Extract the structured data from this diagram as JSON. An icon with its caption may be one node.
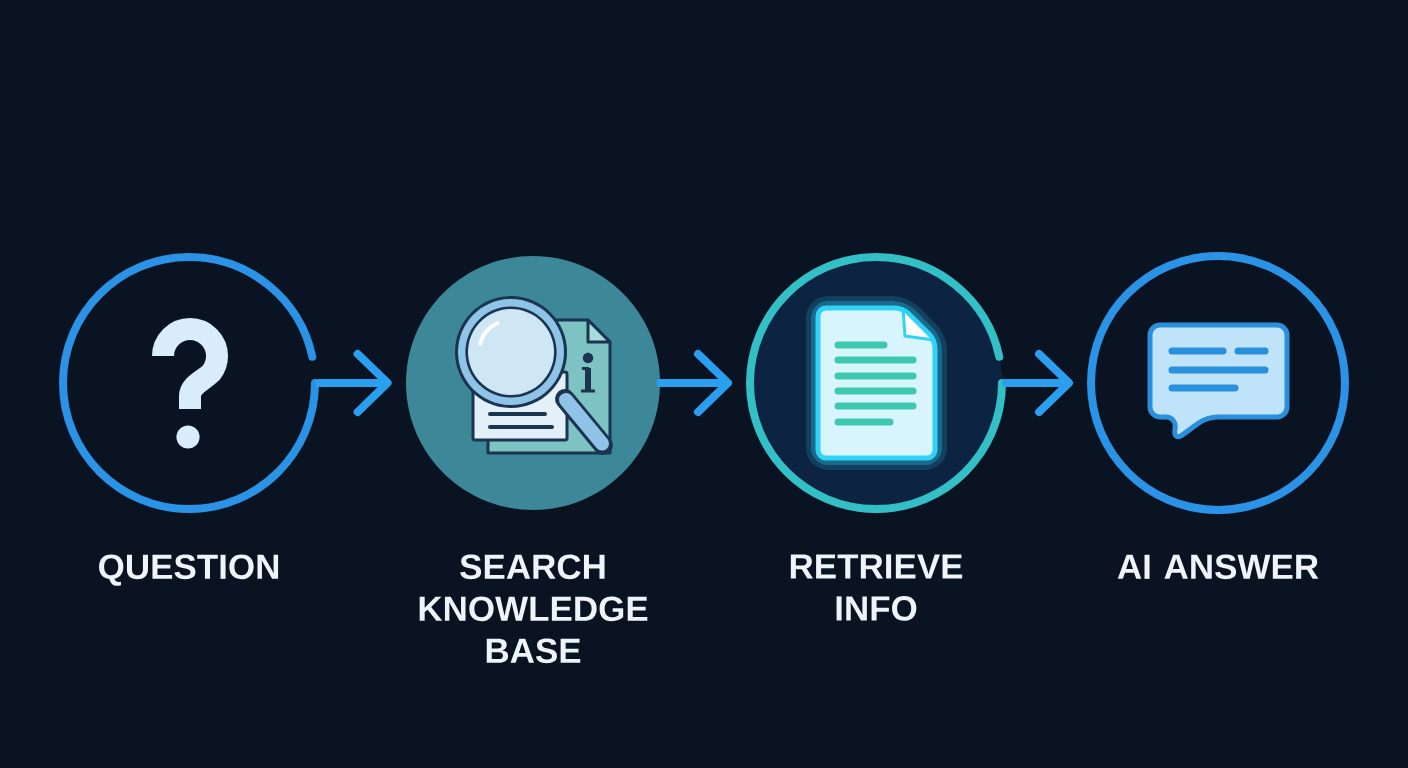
{
  "diagram": {
    "nodes": [
      {
        "text": [
          "QUESTION"
        ]
      },
      {
        "text": [
          "SEARCH KNOWLEDGE BASE"
        ]
      },
      {
        "text": [
          "RETRIEVE INFO"
        ]
      },
      {
        "text": [
          "AI ANSWER"
        ]
      }
    ],
    "edges": [
      {
        "from": 0,
        "to": 1,
        "arrow": "to"
      },
      {
        "from": 1,
        "to": 2,
        "arrow": "to"
      },
      {
        "from": 2,
        "to": 3,
        "arrow": "to"
      }
    ]
  }
}
